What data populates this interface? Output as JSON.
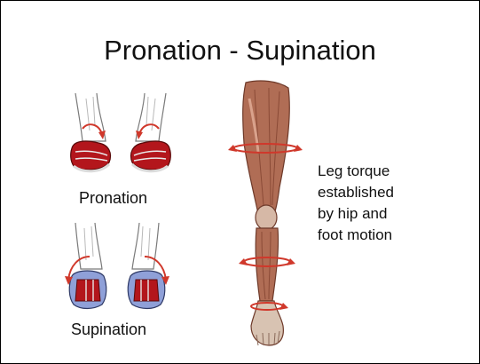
{
  "slide": {
    "title": "Pronation - Supination",
    "pronation_label": "Pronation",
    "supination_label": "Supination",
    "leg_note_lines": [
      "Leg torque",
      "established",
      "by hip and",
      "foot motion"
    ]
  },
  "colors": {
    "arrow": "#d0382b",
    "pronation_shoe": "#b3161c",
    "supination_shoe_base": "#8fa0d8",
    "supination_heel": "#b3161c",
    "skin_outline": "#7a7a7a",
    "muscle": "#b06d55"
  },
  "icons": [
    "curved-arrow-icon",
    "foot-pronation-illustration",
    "foot-supination-illustration",
    "leg-muscle-illustration"
  ]
}
